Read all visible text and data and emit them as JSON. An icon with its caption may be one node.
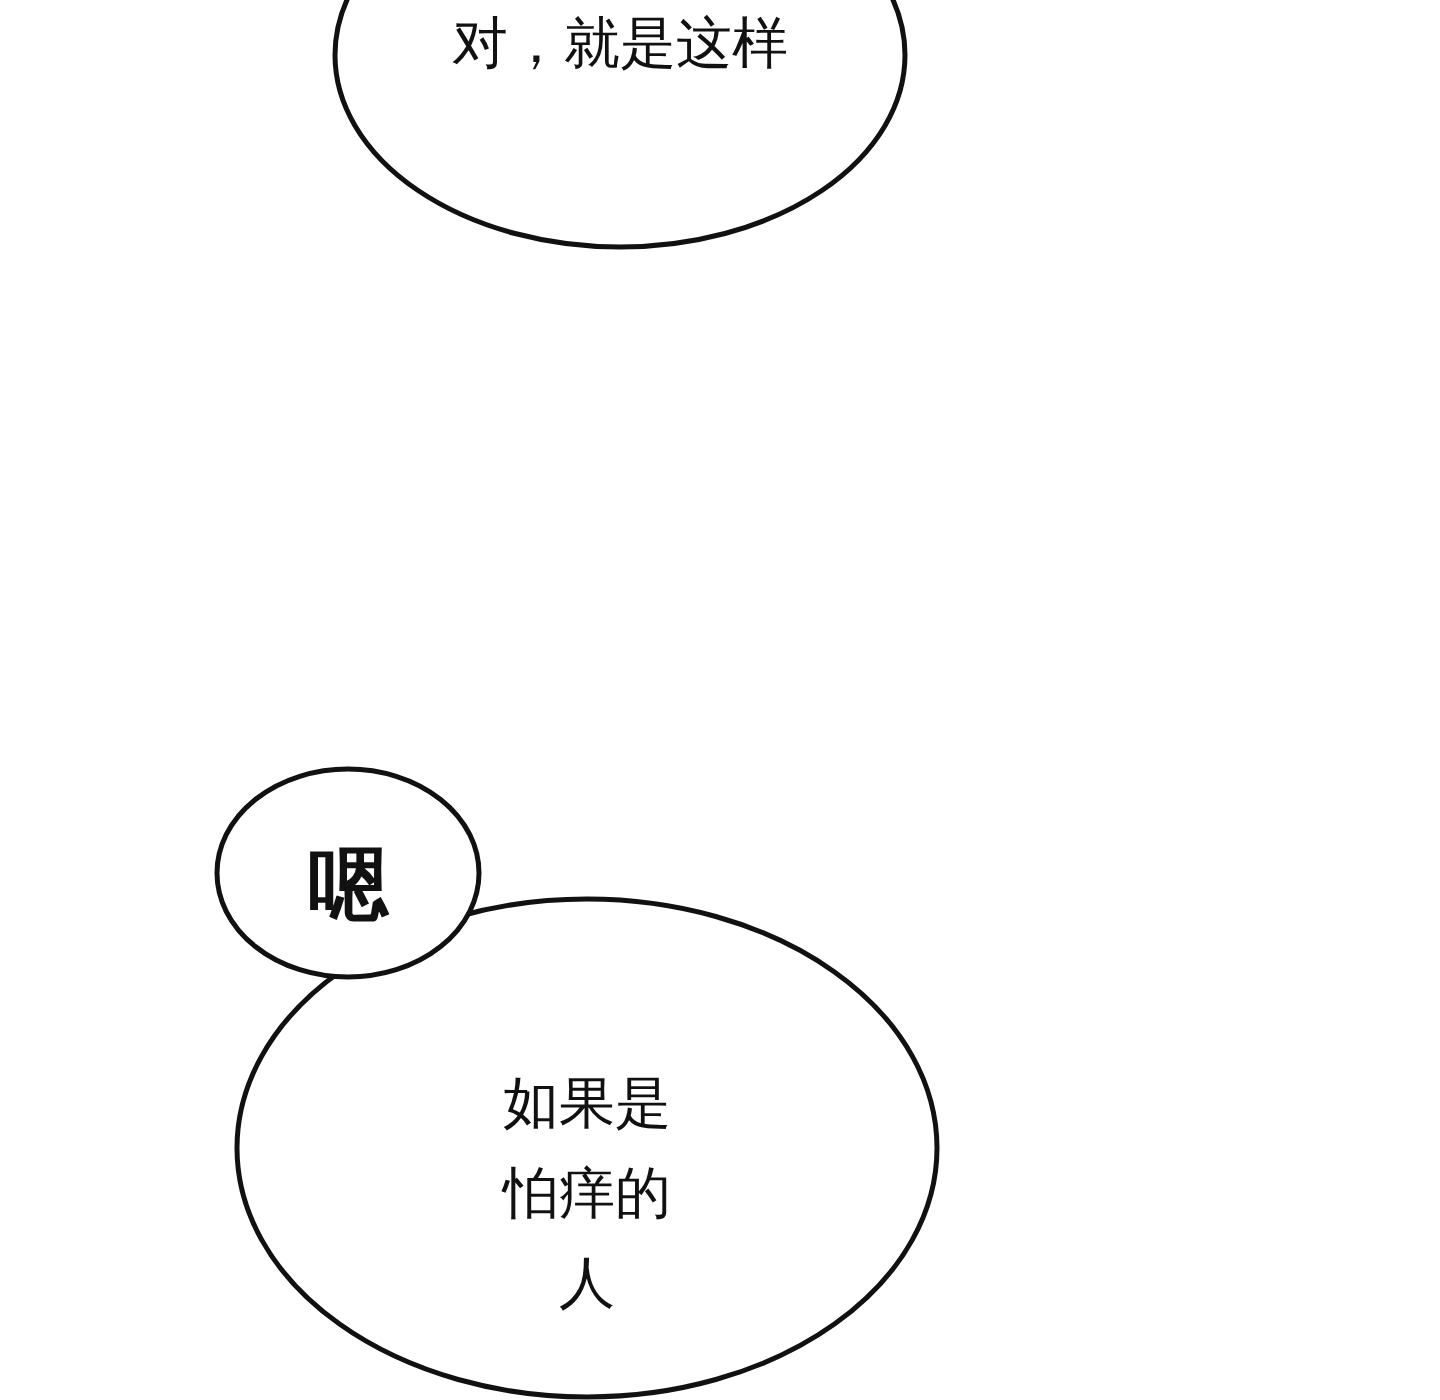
{
  "diagram": {
    "nodes": [
      {
        "text": [
          "对，就是这样"
        ]
      },
      {
        "text": [
          "如果是怕痒的人"
        ]
      },
      {
        "text": [
          "嗯"
        ]
      }
    ]
  }
}
